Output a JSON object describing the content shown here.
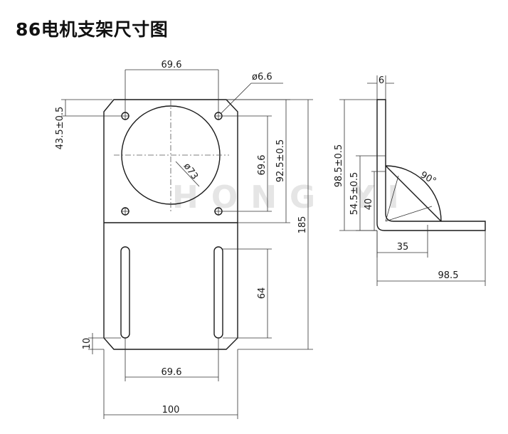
{
  "title": "86电机支架尺寸图",
  "watermark": "HONG YI",
  "front_view": {
    "dims": {
      "top_hole_spacing": "69.6",
      "hole_diameter": "ø6.6",
      "hole_from_top": "43.5±0.5",
      "hole_vertical_spacing": "69.6",
      "center_height": "92.5±0.5",
      "overall_height": "185",
      "bore_diameter": "ø73",
      "slot_length": "64",
      "slot_from_bottom": "10",
      "slot_spacing": "69.6",
      "overall_width": "100"
    }
  },
  "side_view": {
    "dims": {
      "thickness": "6",
      "total_height": "98.5±0.5",
      "inner_height": "54.5±0.5",
      "gusset_height": "40",
      "angle": "90°",
      "gusset_length": "35",
      "base_length": "98.5"
    }
  },
  "colors": {
    "line": "#1a1a1a",
    "background": "#ffffff",
    "watermark": "#cfcfcf"
  }
}
